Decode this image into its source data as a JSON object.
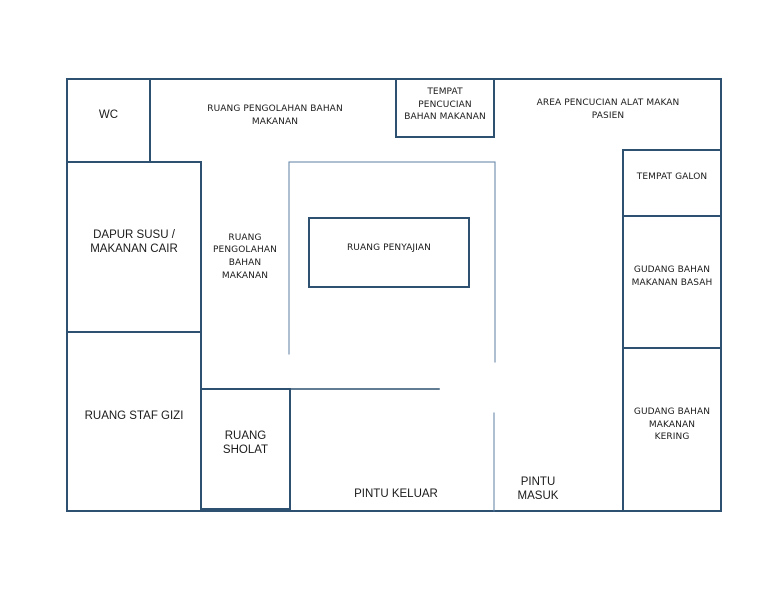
{
  "colors": {
    "wall": "#2e5071",
    "thin_wall": "#5c7fa3",
    "text": "#1a1a1a",
    "background": "#ffffff"
  },
  "rooms": {
    "wc": "WC",
    "ruang_pengolahan_top": "RUANG PENGOLAHAN BAHAN\nMAKANAN",
    "tempat_pencucian": "TEMPAT\nPENCUCIAN\nBAHAN MAKANAN",
    "area_pencucian": "AREA PENCUCIAN ALAT MAKAN\nPASIEN",
    "tempat_galon": "TEMPAT GALON",
    "dapur_susu": "DAPUR SUSU /\nMAKANAN CAIR",
    "ruang_pengolahan_left": "RUANG\nPENGOLAHAN\nBAHAN\nMAKANAN",
    "ruang_penyajian": "RUANG PENYAJIAN",
    "gudang_basah": "GUDANG BAHAN\nMAKANAN BASAH",
    "gudang_kering": "GUDANG BAHAN\nMAKANAN\nKERING",
    "ruang_staf_gizi": "RUANG STAF GIZI",
    "ruang_sholat": "RUANG\nSHOLAT"
  },
  "doors": {
    "pintu_keluar": "PINTU KELUAR",
    "pintu_masuk": "PINTU\nMASUK"
  }
}
